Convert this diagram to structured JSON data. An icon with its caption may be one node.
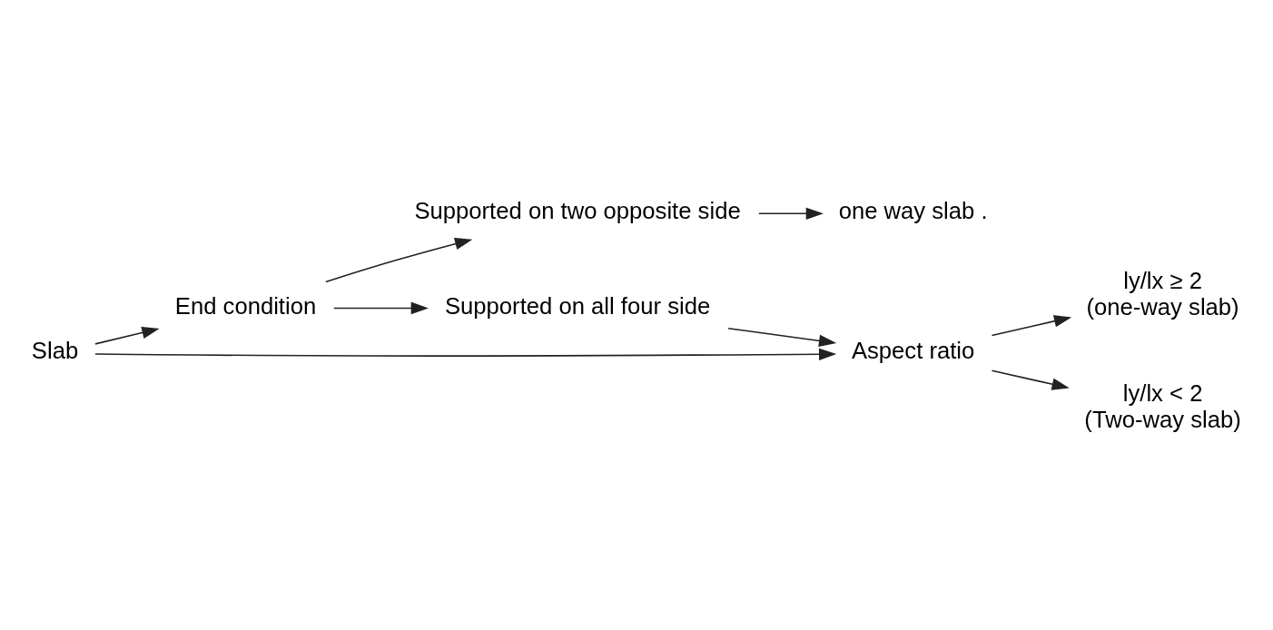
{
  "diagram": {
    "nodes": [
      {
        "text": [
          "Slab"
        ]
      },
      {
        "text": [
          "End condition"
        ]
      },
      {
        "text": [
          "Supported on two opposite side"
        ]
      },
      {
        "text": [
          "one way slab ."
        ]
      },
      {
        "text": [
          "Supported on all four side"
        ]
      },
      {
        "text": [
          "Aspect ratio"
        ]
      },
      {
        "text": [
          "ly/lx ≥ 2"
        ],
        "beside": [
          "(one-way slab)"
        ]
      },
      {
        "text": [
          "ly/lx < 2"
        ],
        "beside": [
          "(Two-way slab)"
        ]
      }
    ],
    "edges": [
      {
        "from": 0,
        "to": 1,
        "arrow": "to"
      },
      {
        "from": 0,
        "to": 5,
        "arrow": "to"
      },
      {
        "from": 1,
        "to": 2,
        "arrow": "to"
      },
      {
        "from": 1,
        "to": 4,
        "arrow": "to"
      },
      {
        "from": 2,
        "to": 3,
        "arrow": "to"
      },
      {
        "from": 4,
        "to": 5,
        "arrow": "to"
      },
      {
        "from": 5,
        "to": 6,
        "arrow": "to"
      },
      {
        "from": 5,
        "to": 7,
        "arrow": "to"
      }
    ]
  }
}
